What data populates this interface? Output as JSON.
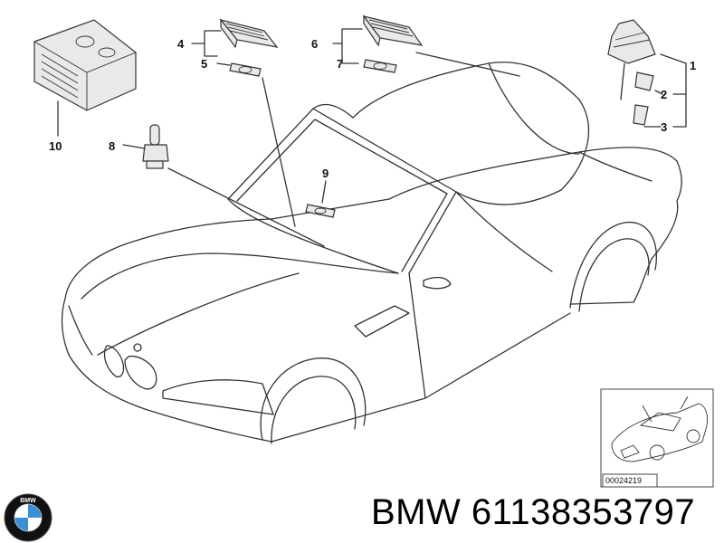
{
  "diagram": {
    "callouts": [
      "1",
      "2",
      "3",
      "4",
      "5",
      "6",
      "7",
      "8",
      "9",
      "10"
    ],
    "inset_code": "00024219"
  },
  "brand": {
    "logo_icon": "bmw-roundel-icon",
    "logo_letters": "BMW",
    "caption": "BMW 61138353797",
    "colors": {
      "roundel_blue": "#3a8fd6",
      "roundel_ring": "#111111"
    }
  }
}
